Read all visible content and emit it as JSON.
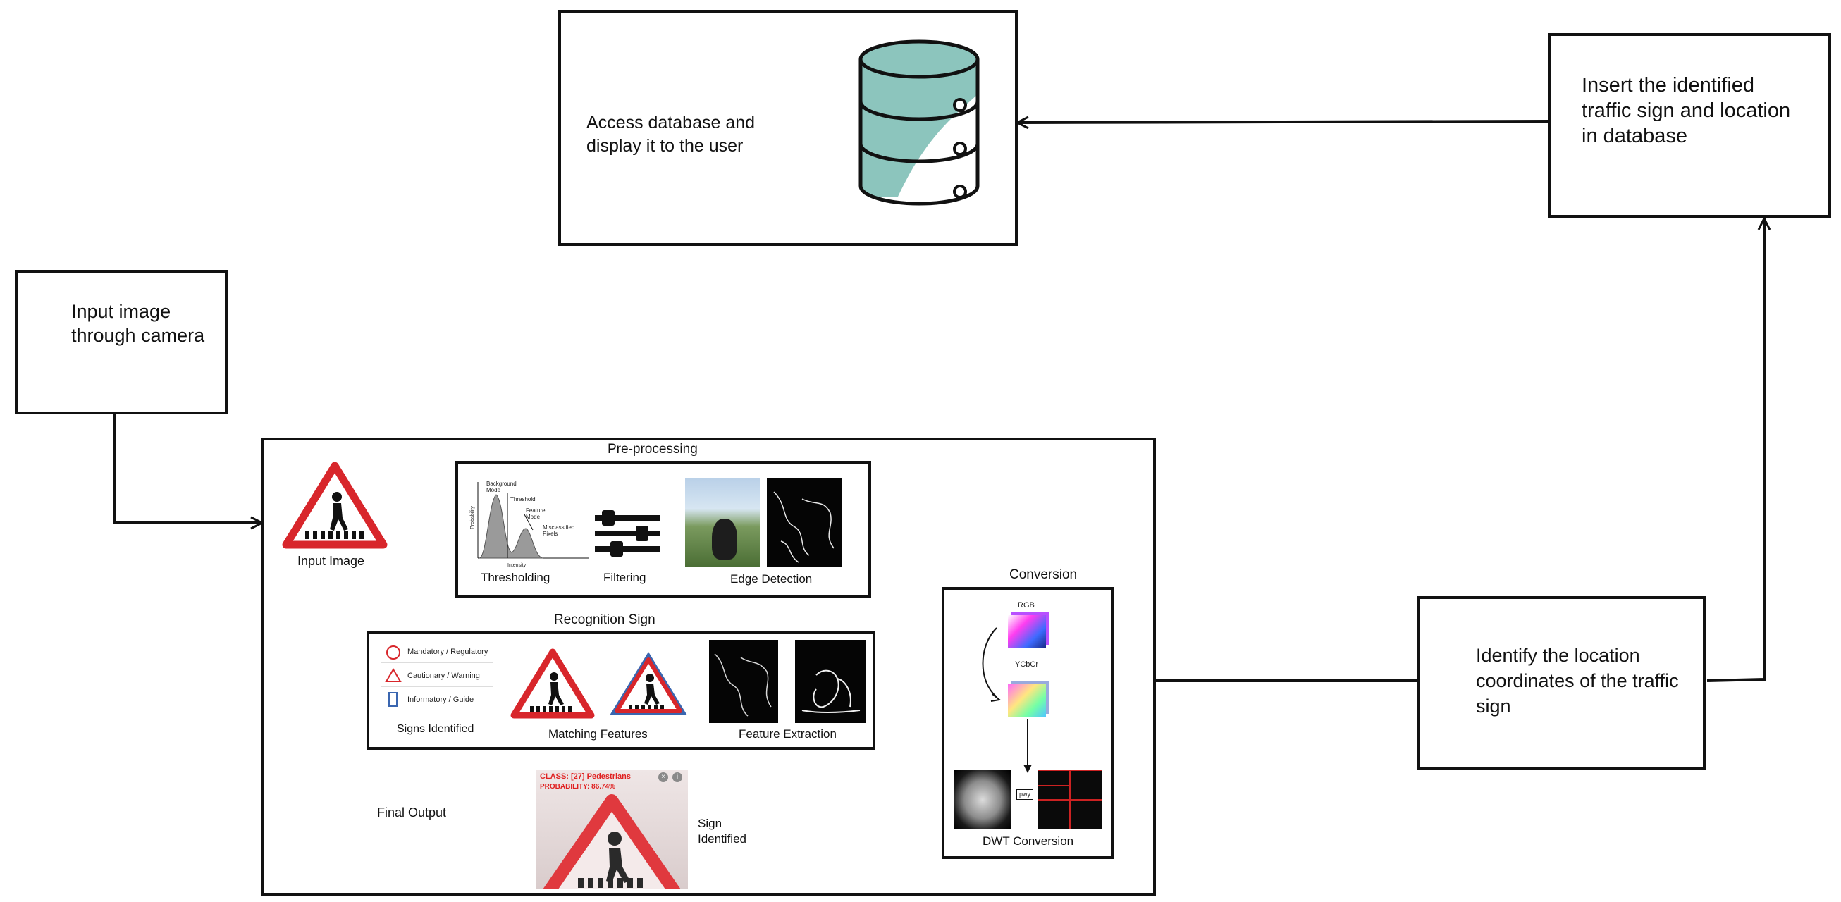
{
  "database_box": {
    "text": "Access database and display it to the user"
  },
  "insert_box": {
    "text": "Insert the identified traffic sign and location in database"
  },
  "input_box": {
    "text": "Input image through camera"
  },
  "identify_box": {
    "text": "Identify the location coordinates of the traffic sign"
  },
  "pipeline": {
    "input_image_label": "Input Image",
    "preprocessing": {
      "title": "Pre-processing",
      "thresholding_label": "Thresholding",
      "filtering_label": "Filtering",
      "edge_detection_label": "Edge Detection",
      "hist_labels": {
        "background_mode": "Background Mode",
        "threshold": "Threshold",
        "feature_mode": "Feature Mode",
        "misclassified": "Misclassified Pixels",
        "intensity": "Intensity",
        "probability": "Probability"
      }
    },
    "conversion": {
      "title": "Conversion",
      "rgb_label": "RGB",
      "ycbcr_label": "YCbCr",
      "dwt_label": "DWT Conversion"
    },
    "recognition": {
      "title": "Recognition Sign",
      "signs_identified_label": "Signs Identified",
      "matching_features_label": "Matching Features",
      "feature_extraction_label": "Feature Extraction",
      "legend": [
        {
          "label": "Mandatory / Regulatory"
        },
        {
          "label": "Cautionary / Warning"
        },
        {
          "label": "Informatory / Guide"
        }
      ]
    },
    "final_output_label": "Final Output",
    "sign_identified_label": "Sign Identified",
    "output_class_text": "CLASS: [27] Pedestrians",
    "output_probability_text": "PROBABILITY: 86.74%"
  },
  "colors": {
    "database_fill": "#8cc5bd",
    "sign_red": "#d8262b",
    "sign_blue": "#3a66b0"
  }
}
